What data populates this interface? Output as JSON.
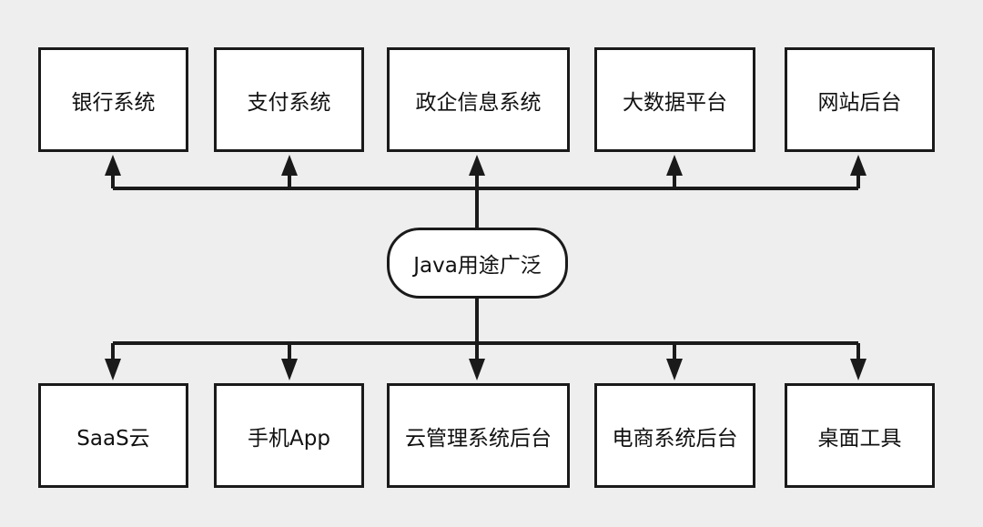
{
  "center": {
    "label": "Java用途广泛"
  },
  "top_nodes": [
    {
      "label": "银行系统"
    },
    {
      "label": "支付系统"
    },
    {
      "label": "政企信息系统"
    },
    {
      "label": "大数据平台"
    },
    {
      "label": "网站后台"
    }
  ],
  "bottom_nodes": [
    {
      "label": "SaaS云"
    },
    {
      "label": "手机App"
    },
    {
      "label": "云管理系统后台"
    },
    {
      "label": "电商系统后台"
    },
    {
      "label": "桌面工具"
    }
  ],
  "colors": {
    "background": "#eeeeee",
    "node_fill": "#ffffff",
    "stroke": "#1a1a1a",
    "text": "#111111"
  }
}
